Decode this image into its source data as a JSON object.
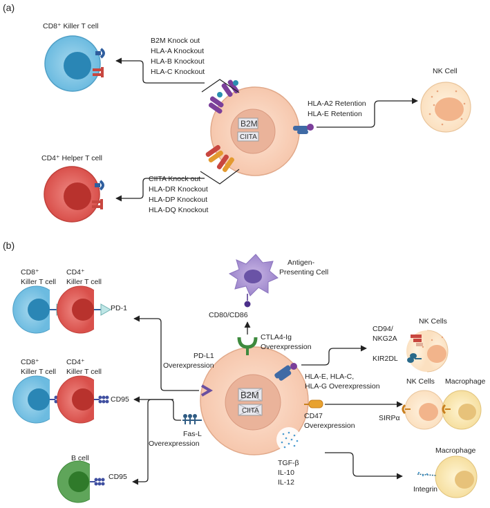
{
  "panel_a": {
    "label": "(a)",
    "cd8_title": "CD8⁺ Killer T cell",
    "cd4_title": "CD4⁺ Helper T cell",
    "nk_title": "NK Cell",
    "mhc1_lines": [
      "B2M Knock out",
      "HLA-A Knockout",
      "HLA-B Knockout",
      "HLA-C Knockout"
    ],
    "mhc2_lines": [
      "CIITA Knock out",
      "HLA-DR Knockout",
      "HLA-DP Knockout",
      "HLA-DQ Knockout"
    ],
    "retention_lines": [
      "HLA-A2 Retention",
      "HLA-E Retention"
    ],
    "gene_b2m": "B2M",
    "gene_ciita": "CIITA"
  },
  "panel_b": {
    "label": "(b)",
    "cd8_1": [
      "CD8⁺",
      "Killer T cell"
    ],
    "cd4_1": [
      "CD4⁺",
      "Killer T cell"
    ],
    "cd8_2": [
      "CD8⁺",
      "Killer T cell"
    ],
    "cd4_2": [
      "CD4⁺",
      "Killer T cell"
    ],
    "pd1": "PD-1",
    "cd95_1": "CD95",
    "cd95_2": "CD95",
    "bcell": "B cell",
    "apc": [
      "Antigen-",
      "Presenting Cell"
    ],
    "cd80": "CD80/CD86",
    "ctla4": [
      "CTLA4-Ig",
      "Overexpression"
    ],
    "pdl1": [
      "PD-L1",
      "Overexpression"
    ],
    "fasl": [
      "Fas-L",
      "Overexpression"
    ],
    "nk_cells_1": "NK Cells",
    "cd94": [
      "CD94/",
      "NKG2A"
    ],
    "kir": "KIR2DL",
    "hla_over": [
      "HLA-E, HLA-C,",
      "HLA-G Overexpression"
    ],
    "nk_cells_2": "NK Cells",
    "macrophage_1": "Macrophage",
    "cd47": [
      "CD47",
      "Overexpression"
    ],
    "sirpa": "SIRPα",
    "tgf": [
      "TGF-β",
      "IL-10",
      "IL-12"
    ],
    "macrophage_2": "Macrophage",
    "integrin": "Integrin",
    "gene_b2m": "B2M",
    "gene_ciita": "CIITA"
  }
}
